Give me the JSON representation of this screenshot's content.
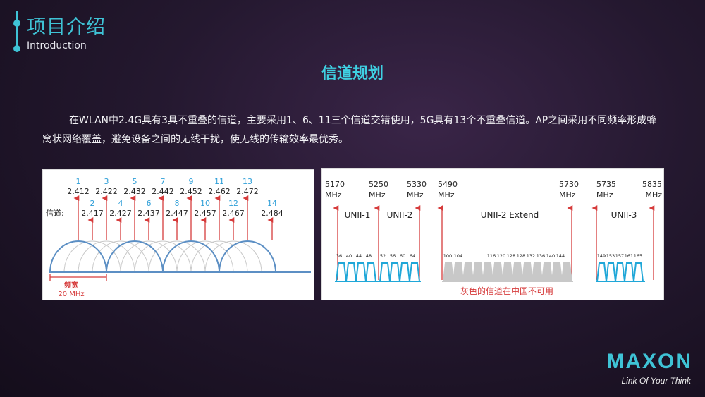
{
  "header": {
    "title": "项目介绍",
    "subtitle": "Introduction",
    "accent_color": "#3fc3d6"
  },
  "slide": {
    "title": "信道规划",
    "paragraph": "在WLAN中2.4G具有3具不重叠的信道，主要采用1、6、11三个信道交错使用，5G具有13个不重叠信道。AP之间采用不同频率形成蜂窝状网络覆盖，避免设备之间的无线干扰，使无线的传输效率最优秀。"
  },
  "diagram_24g": {
    "channel_label": "信道:",
    "top_channels": [
      {
        "num": "1",
        "freq": "2.412"
      },
      {
        "num": "3",
        "freq": "2.422"
      },
      {
        "num": "5",
        "freq": "2.432"
      },
      {
        "num": "7",
        "freq": "2.442"
      },
      {
        "num": "9",
        "freq": "2.452"
      },
      {
        "num": "11",
        "freq": "2.462"
      },
      {
        "num": "13",
        "freq": "2.472"
      }
    ],
    "bottom_channels": [
      {
        "num": "2",
        "freq": "2.417"
      },
      {
        "num": "4",
        "freq": "2.427"
      },
      {
        "num": "6",
        "freq": "2.437"
      },
      {
        "num": "8",
        "freq": "2.447"
      },
      {
        "num": "10",
        "freq": "2.457"
      },
      {
        "num": "12",
        "freq": "2.467"
      },
      {
        "num": "14",
        "freq": "2.484"
      }
    ],
    "bandwidth_label": "频宽",
    "bandwidth_value": "20 MHz",
    "colors": {
      "number": "#2f9fd8",
      "arrow": "#d63b3b",
      "arc": "#5c8fc4",
      "grey_arc": "#c9c9c9"
    }
  },
  "diagram_5g": {
    "freqs": [
      {
        "value": "5170",
        "unit": "MHz"
      },
      {
        "value": "5250",
        "unit": "MHz"
      },
      {
        "value": "5330",
        "unit": "MHz"
      },
      {
        "value": "5490",
        "unit": "MHz"
      },
      {
        "value": "5730",
        "unit": "MHz"
      },
      {
        "value": "5735",
        "unit": "MHz"
      },
      {
        "value": "5835",
        "unit": "MHz"
      }
    ],
    "bands": [
      "UNII-1",
      "UNII-2",
      "UNII-2 Extend",
      "UNII-3"
    ],
    "group1_channels": [
      "36",
      "40",
      "44",
      "48"
    ],
    "group2_channels": [
      "52",
      "56",
      "60",
      "64"
    ],
    "group3_channels_left": [
      "100",
      "104"
    ],
    "group3_ellipsis": "... ...",
    "group3_channels_right": [
      "116",
      "120",
      "128",
      "128",
      "132",
      "136",
      "140",
      "144"
    ],
    "group4_channels": [
      "149",
      "153",
      "157",
      "161",
      "165"
    ],
    "note": "灰色的信道在中国不可用",
    "colors": {
      "usable": "#1fa7d8",
      "unusable": "#c8c8c8",
      "arrow": "#d63b3b",
      "note": "#d63b3b"
    }
  },
  "brand": {
    "name": "MAXON",
    "tagline": "Link Of  Your Think"
  }
}
